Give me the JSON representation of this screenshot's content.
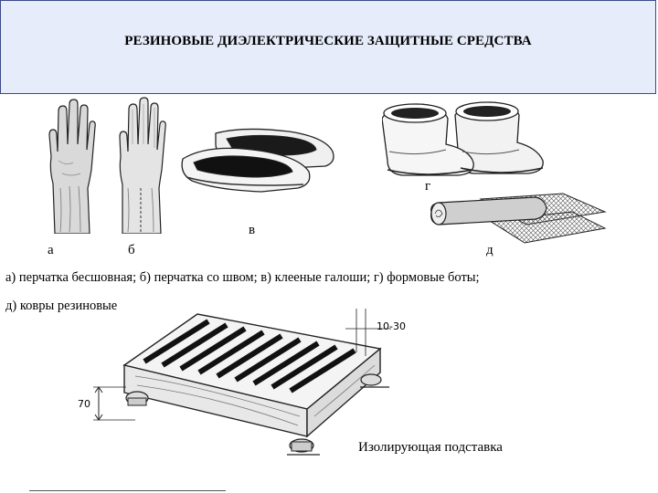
{
  "slide": {
    "title": "РЕЗИНОВЫЕ ДИЭЛЕКТРИЧЕСКИЕ ЗАЩИТНЫЕ СРЕДСТВА",
    "item_labels": {
      "a": "а",
      "b": "б",
      "v": "в",
      "g": "г",
      "d": "д"
    },
    "caption_line1": "а) перчатка бесшовная; б) перчатка со швом; в) клееные галоши; г) формовые боты;",
    "caption_line2": "д) ковры резиновые",
    "stand": {
      "dimension_height": "70",
      "dimension_gap": "10-30",
      "caption": "Изолирующая подставка"
    }
  }
}
